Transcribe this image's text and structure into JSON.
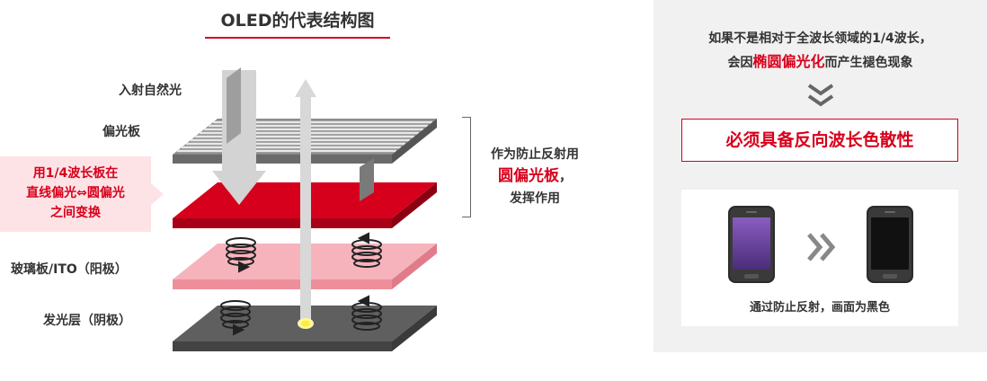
{
  "title": "OLED的代表结构图",
  "labels": {
    "incoming_light": "入射自然光",
    "polarizer": "偏光板",
    "glass": "玻璃板/ITO（阳极）",
    "emitter": "发光层（阴极）"
  },
  "callout": {
    "line1": "用1/4波长板在",
    "line2": "直线偏光⇔圆偏光",
    "line3": "之间变换"
  },
  "middle": {
    "line1": "作为防止反射用",
    "highlight": "圆偏光板",
    "suffix": "，",
    "line3": "发挥作用"
  },
  "panel": {
    "line1": "如果不是相对于全波长领域的1/4波长，",
    "line2_prefix": "会因",
    "line2_highlight": "椭圆偏光化",
    "line2_suffix": "而产生褪色现象",
    "box": "必须具备反向波长色散性",
    "caption": "通过防止反射，画面为黑色"
  },
  "colors": {
    "accent": "#d7001c",
    "pink_layer": "#f7b3bc",
    "dark_layer": "#666666",
    "panel_bg": "#f1f1f1"
  }
}
